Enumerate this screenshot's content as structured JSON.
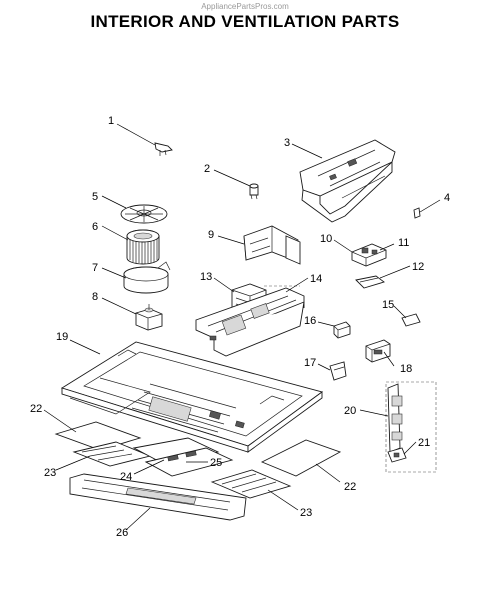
{
  "header": {
    "watermark": "AppliancePartsPros.com",
    "title": "INTERIOR AND VENTILATION PARTS"
  },
  "callouts": [
    "1",
    "2",
    "3",
    "4",
    "5",
    "6",
    "7",
    "8",
    "9",
    "10",
    "11",
    "12",
    "13",
    "14",
    "15",
    "16",
    "17",
    "18",
    "19",
    "20",
    "21",
    "22",
    "22",
    "23",
    "23",
    "24",
    "25",
    "26"
  ]
}
